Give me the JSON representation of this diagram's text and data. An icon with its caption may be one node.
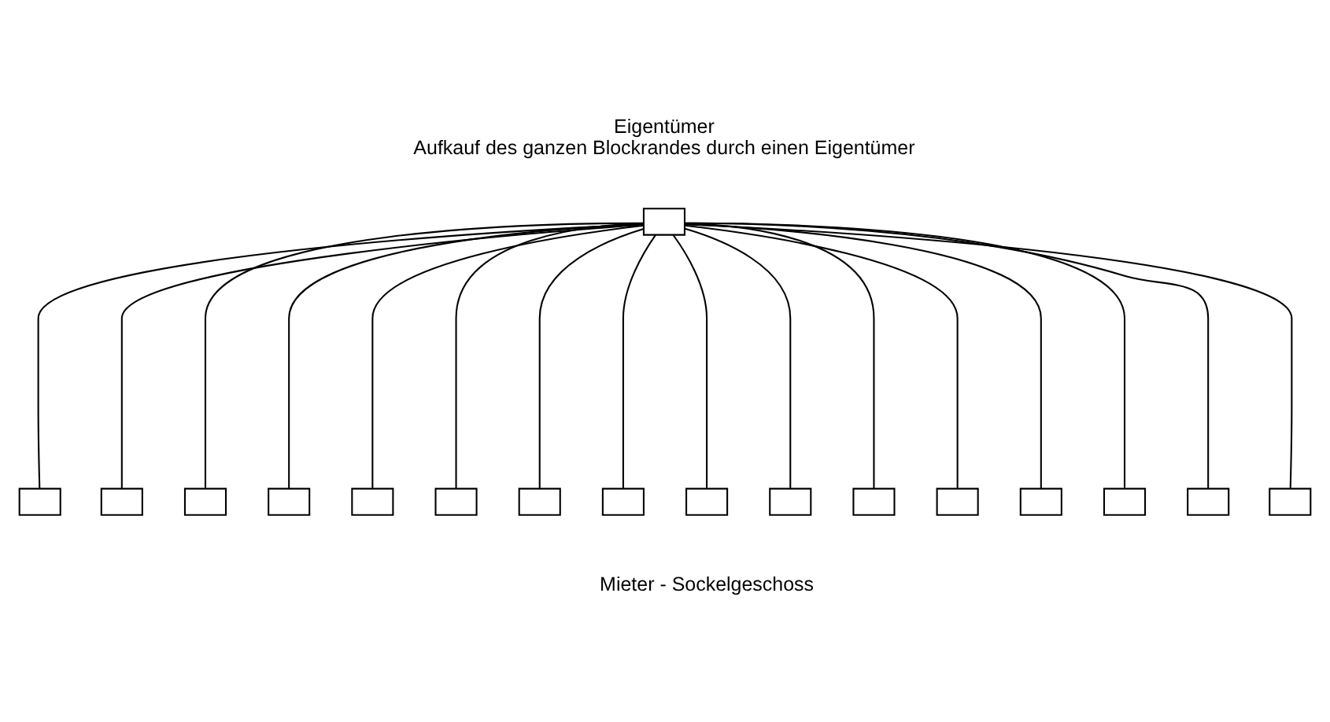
{
  "diagram": {
    "nodes": [
      {
        "text": [],
        "shape": "box"
      },
      {
        "text": [],
        "shape": "box"
      },
      {
        "text": [],
        "shape": "box"
      },
      {
        "text": [],
        "shape": "box"
      },
      {
        "text": [],
        "shape": "box"
      },
      {
        "text": [],
        "shape": "box"
      },
      {
        "text": [],
        "shape": "box"
      },
      {
        "text": [],
        "shape": "box"
      },
      {
        "text": [],
        "shape": "box"
      },
      {
        "text": [],
        "shape": "box"
      },
      {
        "text": [],
        "shape": "box"
      },
      {
        "text": [],
        "shape": "box"
      },
      {
        "text": [],
        "shape": "box"
      },
      {
        "text": [],
        "shape": "box"
      },
      {
        "text": [],
        "shape": "box"
      },
      {
        "text": [],
        "shape": "box"
      },
      {
        "text": [],
        "shape": "box"
      }
    ],
    "edges": [
      {
        "from": 0,
        "to": 1,
        "arrow": "none"
      },
      {
        "from": 0,
        "to": 2,
        "arrow": "none"
      },
      {
        "from": 0,
        "to": 3,
        "arrow": "none"
      },
      {
        "from": 0,
        "to": 4,
        "arrow": "none"
      },
      {
        "from": 0,
        "to": 5,
        "arrow": "none"
      },
      {
        "from": 0,
        "to": 6,
        "arrow": "none"
      },
      {
        "from": 0,
        "to": 7,
        "arrow": "none"
      },
      {
        "from": 0,
        "to": 8,
        "arrow": "none"
      },
      {
        "from": 0,
        "to": 9,
        "arrow": "none"
      },
      {
        "from": 0,
        "to": 10,
        "arrow": "none"
      },
      {
        "from": 0,
        "to": 11,
        "arrow": "none"
      },
      {
        "from": 0,
        "to": 12,
        "arrow": "none"
      },
      {
        "from": 0,
        "to": 13,
        "arrow": "none"
      },
      {
        "from": 0,
        "to": 14,
        "arrow": "none"
      },
      {
        "from": 0,
        "to": 15,
        "arrow": "none"
      },
      {
        "from": 0,
        "to": 16,
        "arrow": "none"
      }
    ],
    "labels": [
      "Eigentümer",
      "Aufkauf des ganzen Blockrandes durch einen Eigentümer",
      "Mieter - Sockelgeschoss"
    ]
  }
}
